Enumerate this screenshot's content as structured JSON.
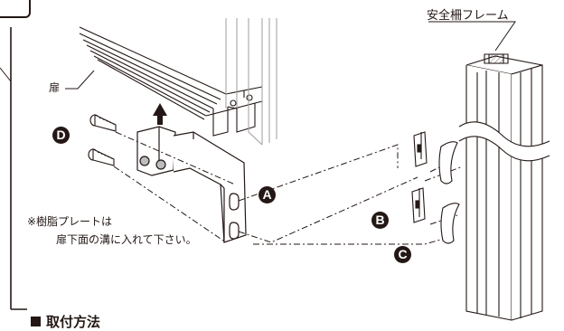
{
  "labels": {
    "frame_label": "安全柵フレーム",
    "door_label": "扉",
    "note_line1": "※樹脂プレートは",
    "note_line2": "扉下面の溝に入れて下さい。",
    "section_heading": "取付方法"
  },
  "callouts": {
    "a": "A",
    "b": "B",
    "c": "C",
    "d": "D"
  },
  "colors": {
    "ink": "#231815",
    "shade": "#bdbdbd",
    "paper": "#ffffff"
  }
}
